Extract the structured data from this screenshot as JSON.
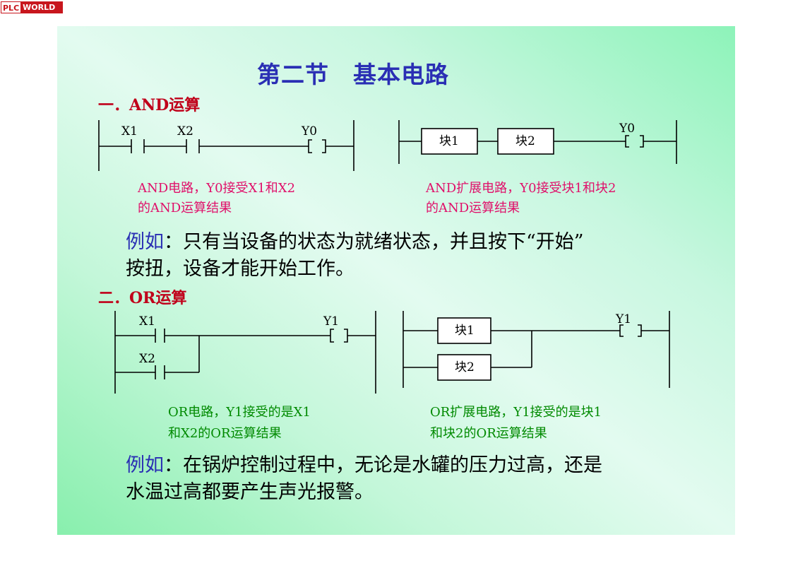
{
  "logo": {
    "left": "PLC",
    "right": "WORLD"
  },
  "title": "第二节　基本电路",
  "and_section": {
    "heading": "一．AND运算",
    "diagram1": {
      "contact1": "X1",
      "contact2": "X2",
      "coil": "Y0"
    },
    "diagram2": {
      "block1": "块1",
      "block2": "块2",
      "coil": "Y0"
    },
    "caption1": [
      "AND电路，Y0接受X1和X2",
      "的AND运算结果"
    ],
    "caption2": [
      "AND扩展电路，Y0接受块1和块2",
      "的AND运算结果"
    ],
    "example_label": "例如",
    "example_text": [
      "：只有当设备的状态为就绪状态，并且按下“开始”",
      "按扭，设备才能开始工作。"
    ]
  },
  "or_section": {
    "heading": "二．OR运算",
    "diagram1": {
      "contact1": "X1",
      "contact2": "X2",
      "coil": "Y1"
    },
    "diagram2": {
      "block1": "块1",
      "block2": "块2",
      "coil": "Y1"
    },
    "caption1": [
      "OR电路，Y1接受的是X1",
      "和X2的OR运算结果"
    ],
    "caption2": [
      "OR扩展电路，Y1接受的是块1",
      "和块2的OR运算结果"
    ],
    "example_label": "例如",
    "example_text": [
      "：在锅炉控制过程中，无论是水罐的压力过高，还是",
      "水温过高都要产生声光报警。"
    ]
  },
  "colors": {
    "title": "#2a2fb4",
    "heading": "#c0001a",
    "and_caption": "#e0106a",
    "or_caption": "#008a00",
    "example_label": "#2a2fb4",
    "logo_red": "#c8161d"
  }
}
